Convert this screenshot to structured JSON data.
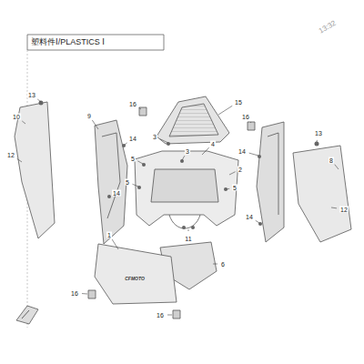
{
  "diagram": {
    "title": "塑料件Ⅰ/PLASTICS Ⅰ",
    "labels": [
      "13",
      "10",
      "12",
      "9",
      "16",
      "15",
      "16",
      "3",
      "3",
      "4",
      "14",
      "5",
      "5",
      "14",
      "2",
      "13",
      "8",
      "12",
      "14",
      "14",
      "11",
      "6",
      "1",
      "16",
      "16",
      "5",
      "CFMOTO",
      "13:32"
    ]
  }
}
